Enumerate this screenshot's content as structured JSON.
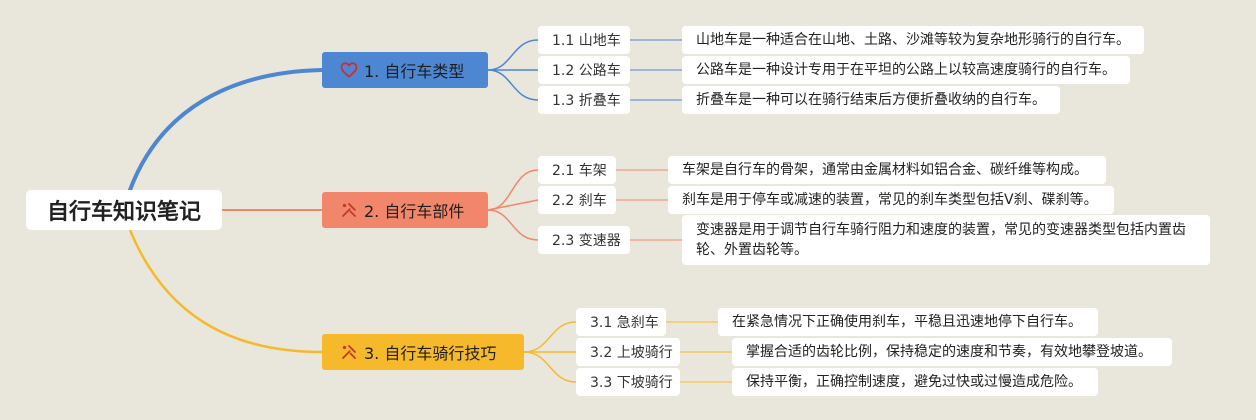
{
  "title": "自行车知识笔记",
  "colors": {
    "background": "#e9e6dc",
    "branch1": "#4d86d1",
    "branch2": "#f2866a",
    "branch3": "#f6b92b"
  },
  "branches": [
    {
      "icon": "heart-icon",
      "label": "1. 自行车类型",
      "children": [
        {
          "label": "1.1 山地车",
          "desc": "山地车是一种适合在山地、土路、沙滩等较为复杂地形骑行的自行车。"
        },
        {
          "label": "1.2 公路车",
          "desc": "公路车是一种设计专用于在平坦的公路上以较高速度骑行的自行车。"
        },
        {
          "label": "1.3 折叠车",
          "desc": "折叠车是一种可以在骑行结束后方便折叠收纳的自行车。"
        }
      ]
    },
    {
      "icon": "tools-icon",
      "label": "2. 自行车部件",
      "children": [
        {
          "label": "2.1 车架",
          "desc": "车架是自行车的骨架，通常由金属材料如铝合金、碳纤维等构成。"
        },
        {
          "label": "2.2 刹车",
          "desc": "刹车是用于停车或减速的装置，常见的刹车类型包括V刹、碟刹等。"
        },
        {
          "label": "2.3 变速器",
          "desc": "变速器是用于调节自行车骑行阻力和速度的装置，常见的变速器类型包括内置齿轮、外置齿轮等。"
        }
      ]
    },
    {
      "icon": "tools-icon",
      "label": "3. 自行车骑行技巧",
      "children": [
        {
          "label": "3.1 急刹车",
          "desc": "在紧急情况下正确使用刹车，平稳且迅速地停下自行车。"
        },
        {
          "label": "3.2 上坡骑行",
          "desc": "掌握合适的齿轮比例，保持稳定的速度和节奏，有效地攀登坡道。"
        },
        {
          "label": "3.3 下坡骑行",
          "desc": "保持平衡，正确控制速度，避免过快或过慢造成危险。"
        }
      ]
    }
  ]
}
